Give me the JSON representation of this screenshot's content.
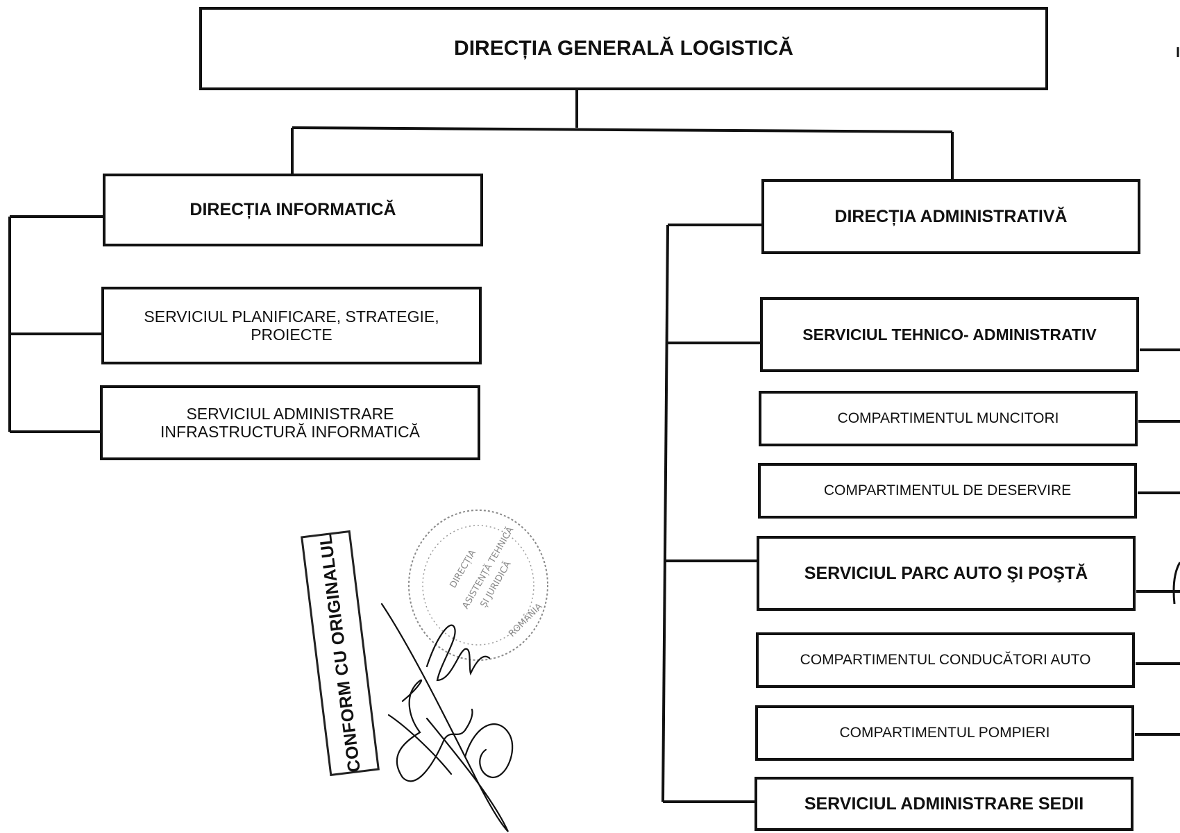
{
  "root": {
    "label": "DIRECȚIA GENERALĂ LOGISTICĂ"
  },
  "left_branch": {
    "head": "DIRECȚIA INFORMATICĂ",
    "units": [
      "SERVICIUL PLANIFICARE, STRATEGIE, PROIECTE",
      "SERVICIUL ADMINISTRARE INFRASTRUCTURĂ INFORMATICĂ"
    ]
  },
  "right_branch": {
    "head": "DIRECȚIA ADMINISTRATIVĂ",
    "units": [
      "SERVICIUL TEHNICO- ADMINISTRATIV",
      "COMPARTIMENTUL MUNCITORI",
      "COMPARTIMENTUL DE DESERVIRE",
      "SERVICIUL PARC AUTO ŞI POŞTĂ",
      "COMPARTIMENTUL CONDUCĂTORI AUTO",
      "COMPARTIMENTUL POMPIERI",
      "SERVICIUL ADMINISTRARE SEDII"
    ]
  },
  "certification": {
    "stamp_text": "CONFORM CU ORIGINALUL",
    "seal_text": "DIRECȚIA ASISTENȚĂ TEHNICĂ ȘI JURIDICĂ ROMÂNIA"
  },
  "colors": {
    "line": "#111111",
    "stamp": "#222222",
    "seal": "#8a8a8a"
  }
}
